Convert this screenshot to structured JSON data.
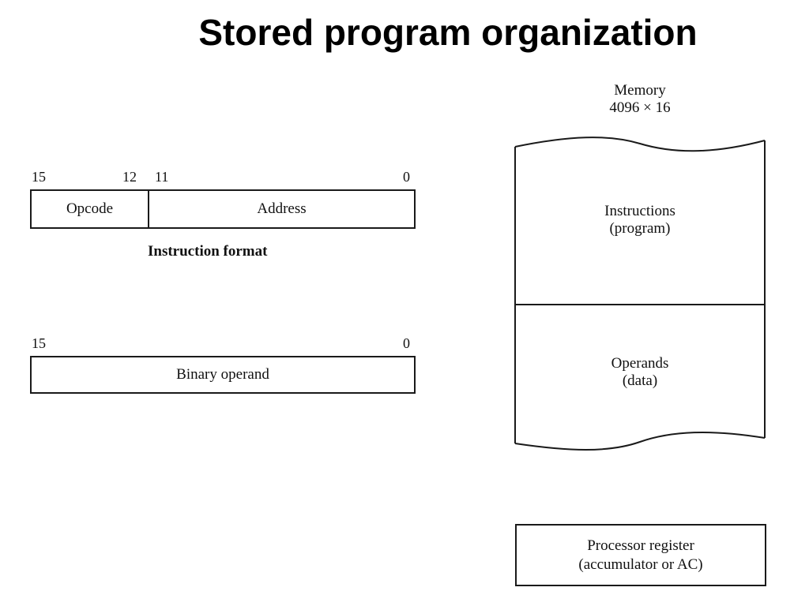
{
  "title": "Stored program organization",
  "instruction_format": {
    "bit_labels": [
      "15",
      "12",
      "11",
      "0"
    ],
    "fields": [
      "Opcode",
      "Address"
    ],
    "caption": "Instruction format"
  },
  "binary_operand": {
    "bit_labels": [
      "15",
      "0"
    ],
    "label": "Binary operand"
  },
  "memory": {
    "title": "Memory",
    "size": "4096 × 16",
    "sections": [
      {
        "line1": "Instructions",
        "line2": "(program)"
      },
      {
        "line1": "Operands",
        "line2": "(data)"
      }
    ]
  },
  "processor_register": {
    "line1": "Processor register",
    "line2": "(accumulator or AC)"
  }
}
